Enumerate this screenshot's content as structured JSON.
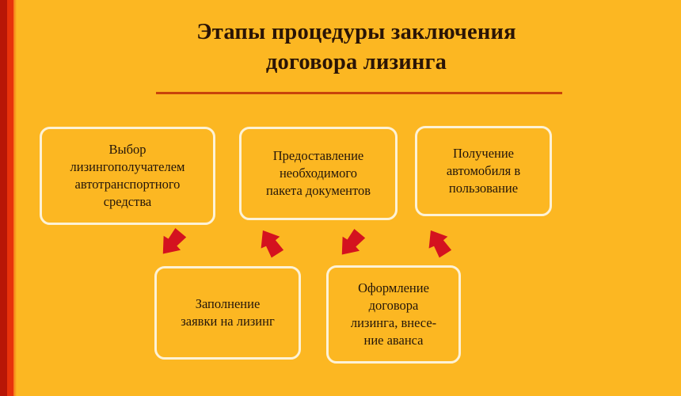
{
  "slide": {
    "background_color": "#fcb722",
    "accent_color": "#c8430a",
    "arrow_color": "#d4121f",
    "box_border_color": "#fdf2d6",
    "text_color": "#24160a",
    "edge_strip": {
      "dark_red": "#b81606",
      "bright_red": "#e8320b"
    }
  },
  "title": {
    "line1": "Этапы процедуры заключения",
    "line2": "договора лизинга"
  },
  "steps": [
    {
      "id": "step-1",
      "text": "Выбор\nлизингополучателем\nавтотранспортного\nсредства"
    },
    {
      "id": "step-2",
      "text": "Предоставление\nнеобходимого\nпакета документов"
    },
    {
      "id": "step-3",
      "text": "Получение\nавтомобиля в\nпользование"
    },
    {
      "id": "step-4",
      "text": "Заполнение\nзаявки на лизинг"
    },
    {
      "id": "step-5",
      "text": "Оформление\nдоговора\nлизинга, внесе-\nние аванса"
    }
  ],
  "arrows": [
    {
      "id": "arrow-1",
      "direction": "down-left",
      "from": "step-1",
      "to": "step-4"
    },
    {
      "id": "arrow-2",
      "direction": "up-left",
      "from": "step-4",
      "to": "step-2"
    },
    {
      "id": "arrow-3",
      "direction": "down-left",
      "from": "step-2",
      "to": "step-5"
    },
    {
      "id": "arrow-4",
      "direction": "up-left",
      "from": "step-5",
      "to": "step-3"
    }
  ]
}
